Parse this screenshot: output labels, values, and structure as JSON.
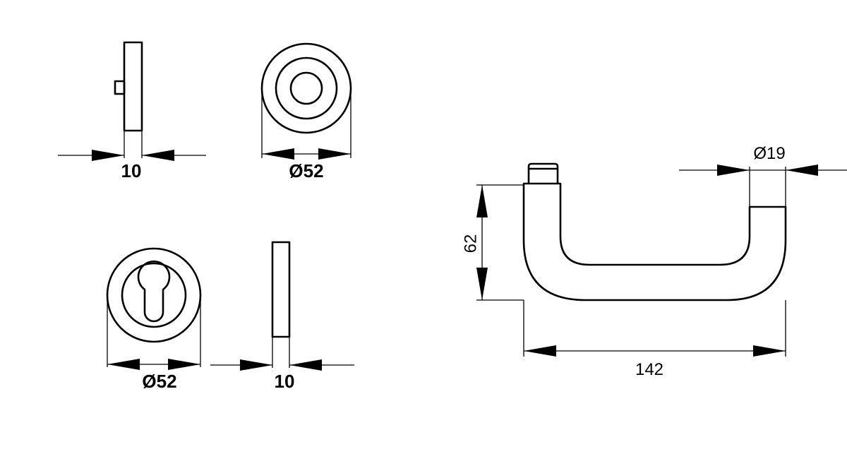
{
  "dimensions": {
    "rose_thickness_top": "10",
    "rose_diameter_top": "Ø52",
    "escutcheon_diameter": "Ø52",
    "escutcheon_thickness": "10",
    "handle_height": "62",
    "handle_length": "142",
    "handle_diameter": "Ø19"
  },
  "colors": {
    "line": "#000000",
    "background": "#ffffff"
  }
}
